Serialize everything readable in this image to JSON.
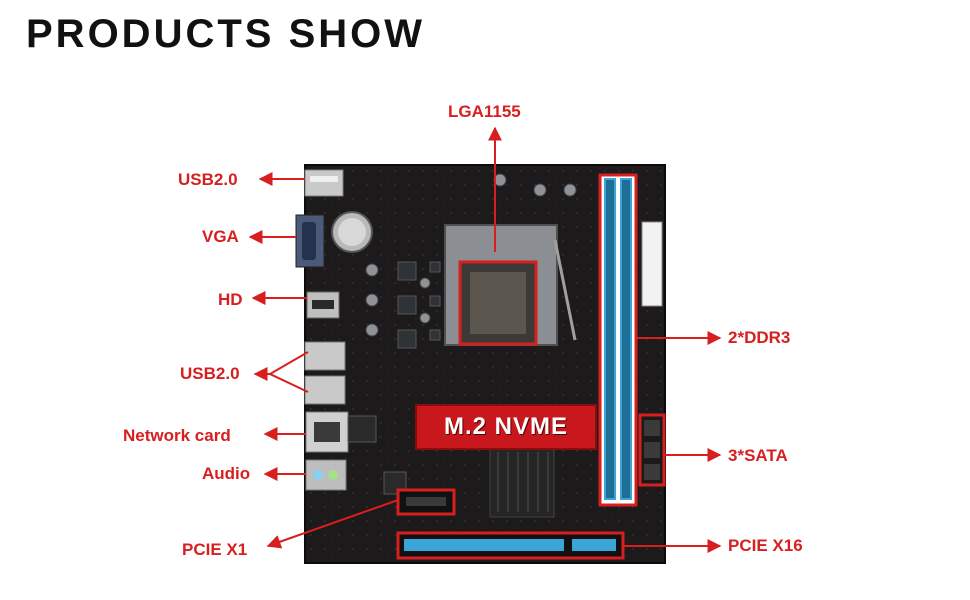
{
  "title": "PRODUCTS SHOW",
  "labels": {
    "lga": "LGA1155",
    "usb_top": "USB2.0",
    "vga": "VGA",
    "hd": "HD",
    "usb_mid": "USB2.0",
    "network": "Network card",
    "audio": "Audio",
    "pcie_x1": "PCIE X1",
    "ddr3": "2*DDR3",
    "sata": "3*SATA",
    "pcie_x16": "PCIE X16",
    "nvme": "M.2 NVME"
  },
  "colors": {
    "accent": "#d81f1f",
    "board": "#1d1a1c",
    "dimm_blue": "#3aa6d8",
    "banner": "#c8181d"
  }
}
